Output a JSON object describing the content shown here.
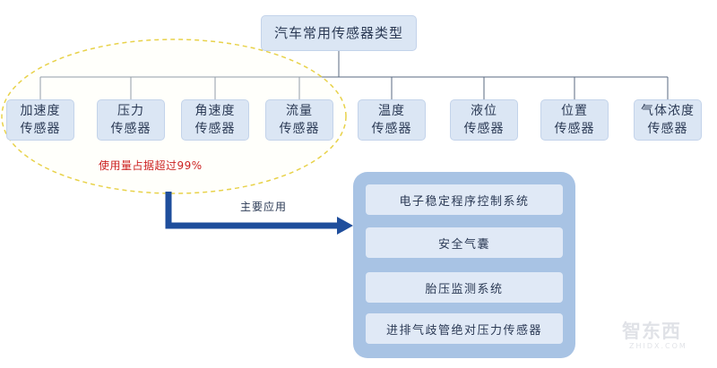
{
  "root": {
    "label": "汽车常用传感器类型"
  },
  "sensors": [
    {
      "line1": "加速度",
      "line2": "传感器"
    },
    {
      "line1": "压力",
      "line2": "传感器"
    },
    {
      "line1": "角速度",
      "line2": "传感器"
    },
    {
      "line1": "流量",
      "line2": "传感器"
    },
    {
      "line1": "温度",
      "line2": "传感器"
    },
    {
      "line1": "液位",
      "line2": "传感器"
    },
    {
      "line1": "位置",
      "line2": "传感器"
    },
    {
      "line1": "气体浓度",
      "line2": "传感器"
    }
  ],
  "highlight": {
    "text": "使用量占据超过99%",
    "color": "#cc2222",
    "ring_color": "#e8d24a"
  },
  "arrow": {
    "label": "主要应用",
    "color": "#1f4e9c"
  },
  "applications": [
    "电子稳定程序控制系统",
    "安全气囊",
    "胎压监测系统",
    "进排气歧管绝对压力传感器"
  ],
  "colors": {
    "node_fill": "#dbe6f4",
    "panel_fill": "#a8c3e4",
    "connector": "#5a6a80"
  },
  "watermark": {
    "text": "智东西",
    "subtext": "ZHIDX.COM"
  }
}
